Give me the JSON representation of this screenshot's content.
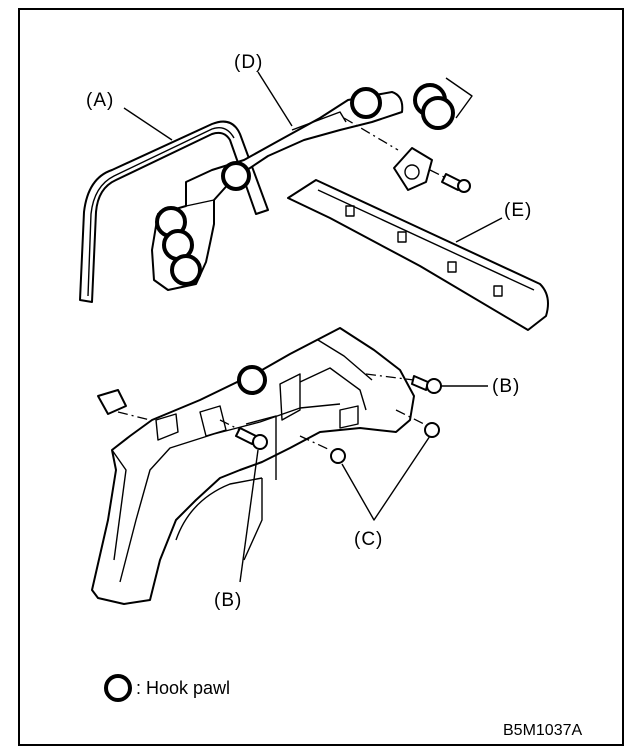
{
  "labels": {
    "A": "(A)",
    "B1": "(B)",
    "B2": "(B)",
    "C": "(C)",
    "D": "(D)",
    "E": "(E)"
  },
  "legend": {
    "text": ": Hook pawl"
  },
  "figure_code": "B5M1037A"
}
